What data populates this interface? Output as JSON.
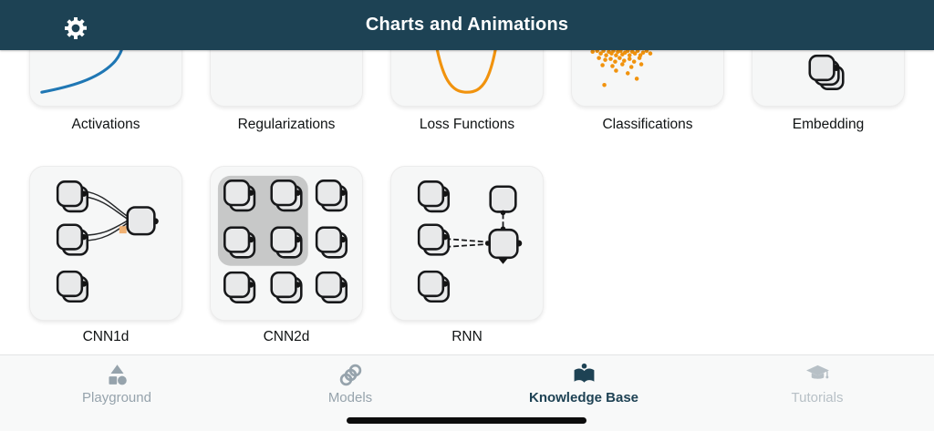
{
  "header": {
    "title": "Charts and Animations",
    "settings_icon": "gear-icon"
  },
  "cards_row1": [
    {
      "label": "Activations",
      "viz": "blue rising activation curve (clipped by header)"
    },
    {
      "label": "Regularizations",
      "viz": "empty visible area (chart clipped by header)"
    },
    {
      "label": "Loss Functions",
      "viz": "orange parabola loss curve"
    },
    {
      "label": "Classifications",
      "viz": "orange scatter cluster",
      "scatter_points": [
        [
          23,
          107
        ],
        [
          28,
          106
        ],
        [
          32,
          109
        ],
        [
          35,
          106
        ],
        [
          38,
          111
        ],
        [
          41,
          107
        ],
        [
          44,
          109
        ],
        [
          46,
          106
        ],
        [
          49,
          111
        ],
        [
          51,
          107
        ],
        [
          54,
          106
        ],
        [
          56,
          110
        ],
        [
          59,
          108
        ],
        [
          62,
          106
        ],
        [
          64,
          111
        ],
        [
          67,
          107
        ],
        [
          70,
          109
        ],
        [
          73,
          106
        ],
        [
          76,
          111
        ],
        [
          79,
          108
        ],
        [
          83,
          106
        ],
        [
          87,
          109
        ],
        [
          30,
          114
        ],
        [
          37,
          116
        ],
        [
          43,
          115
        ],
        [
          48,
          118
        ],
        [
          53,
          114
        ],
        [
          58,
          117
        ],
        [
          64,
          115
        ],
        [
          69,
          118
        ],
        [
          75,
          114
        ],
        [
          34,
          122
        ],
        [
          45,
          123
        ],
        [
          56,
          121
        ],
        [
          66,
          124
        ],
        [
          77,
          121
        ],
        [
          49,
          128
        ],
        [
          62,
          131
        ],
        [
          72,
          137
        ],
        [
          36,
          144
        ]
      ]
    },
    {
      "label": "Embedding",
      "viz": "triple stacked layer node icon"
    }
  ],
  "cards_row2": [
    {
      "label": "CNN1d",
      "viz": "three stacked input nodes, two wired into one output node, orange parameter square"
    },
    {
      "label": "CNN2d",
      "viz": "3x3 grid of stacked nodes with 2x2 kernel highlight"
    },
    {
      "label": "RNN",
      "viz": "stacked input nodes feeding a recurrent cell with feedback node above"
    }
  ],
  "tabbar": {
    "items": [
      {
        "label": "Playground",
        "icon": "playground-shapes-icon",
        "active": false,
        "dim": false
      },
      {
        "label": "Models",
        "icon": "models-rings-icon",
        "active": false,
        "dim": false
      },
      {
        "label": "Knowledge Base",
        "icon": "open-book-icon",
        "active": true,
        "dim": false
      },
      {
        "label": "Tutorials",
        "icon": "graduation-cap-icon",
        "active": false,
        "dim": true
      }
    ]
  },
  "colors": {
    "header_bg": "#1d4254",
    "active_tab": "#1e4254",
    "inactive_tab": "#96a3ac",
    "disabled_tab": "#b7c0c6",
    "accent_blue": "#1f77b4",
    "accent_orange": "#f1930e",
    "card_bg": "#f6f7f7",
    "kernel_highlight": "#c7c8c8",
    "param_orange": "#f0b173"
  }
}
